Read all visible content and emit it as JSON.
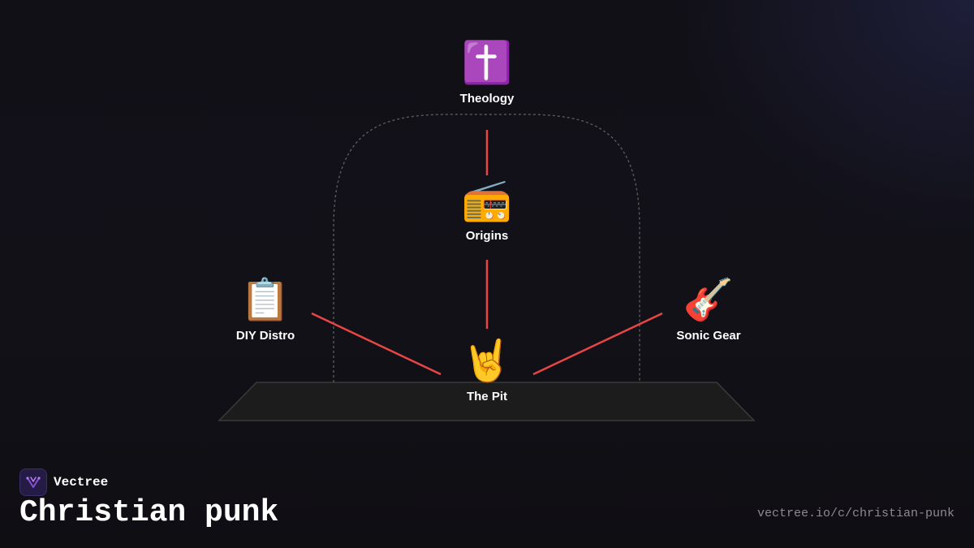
{
  "diagram": {
    "nodes": {
      "theology": {
        "label": "Theology",
        "icon": "latin-cross-icon",
        "glyph": "✝️"
      },
      "origins": {
        "label": "Origins",
        "icon": "radio-icon",
        "glyph": "📻"
      },
      "diy_distro": {
        "label": "DIY Distro",
        "icon": "clipboard-icon",
        "glyph": "📋"
      },
      "sonic_gear": {
        "label": "Sonic Gear",
        "icon": "guitar-icon",
        "glyph": "🎸"
      },
      "the_pit": {
        "label": "The Pit",
        "icon": "sign-of-the-horns-icon",
        "glyph": "🤘"
      }
    },
    "edges": [
      {
        "from": "theology",
        "to": "origins"
      },
      {
        "from": "origins",
        "to": "the_pit"
      },
      {
        "from": "diy_distro",
        "to": "the_pit"
      },
      {
        "from": "sonic_gear",
        "to": "the_pit"
      }
    ],
    "colors": {
      "edge": "#e84545",
      "platform_fill": "#1c1c1c",
      "platform_stroke": "#3a3a3a",
      "arch_stroke": "#5a5a5a"
    }
  },
  "brand": {
    "name": "Vectree",
    "accent": "#8a4fd6"
  },
  "title": "Christian punk",
  "url": "vectree.io/c/christian-punk"
}
